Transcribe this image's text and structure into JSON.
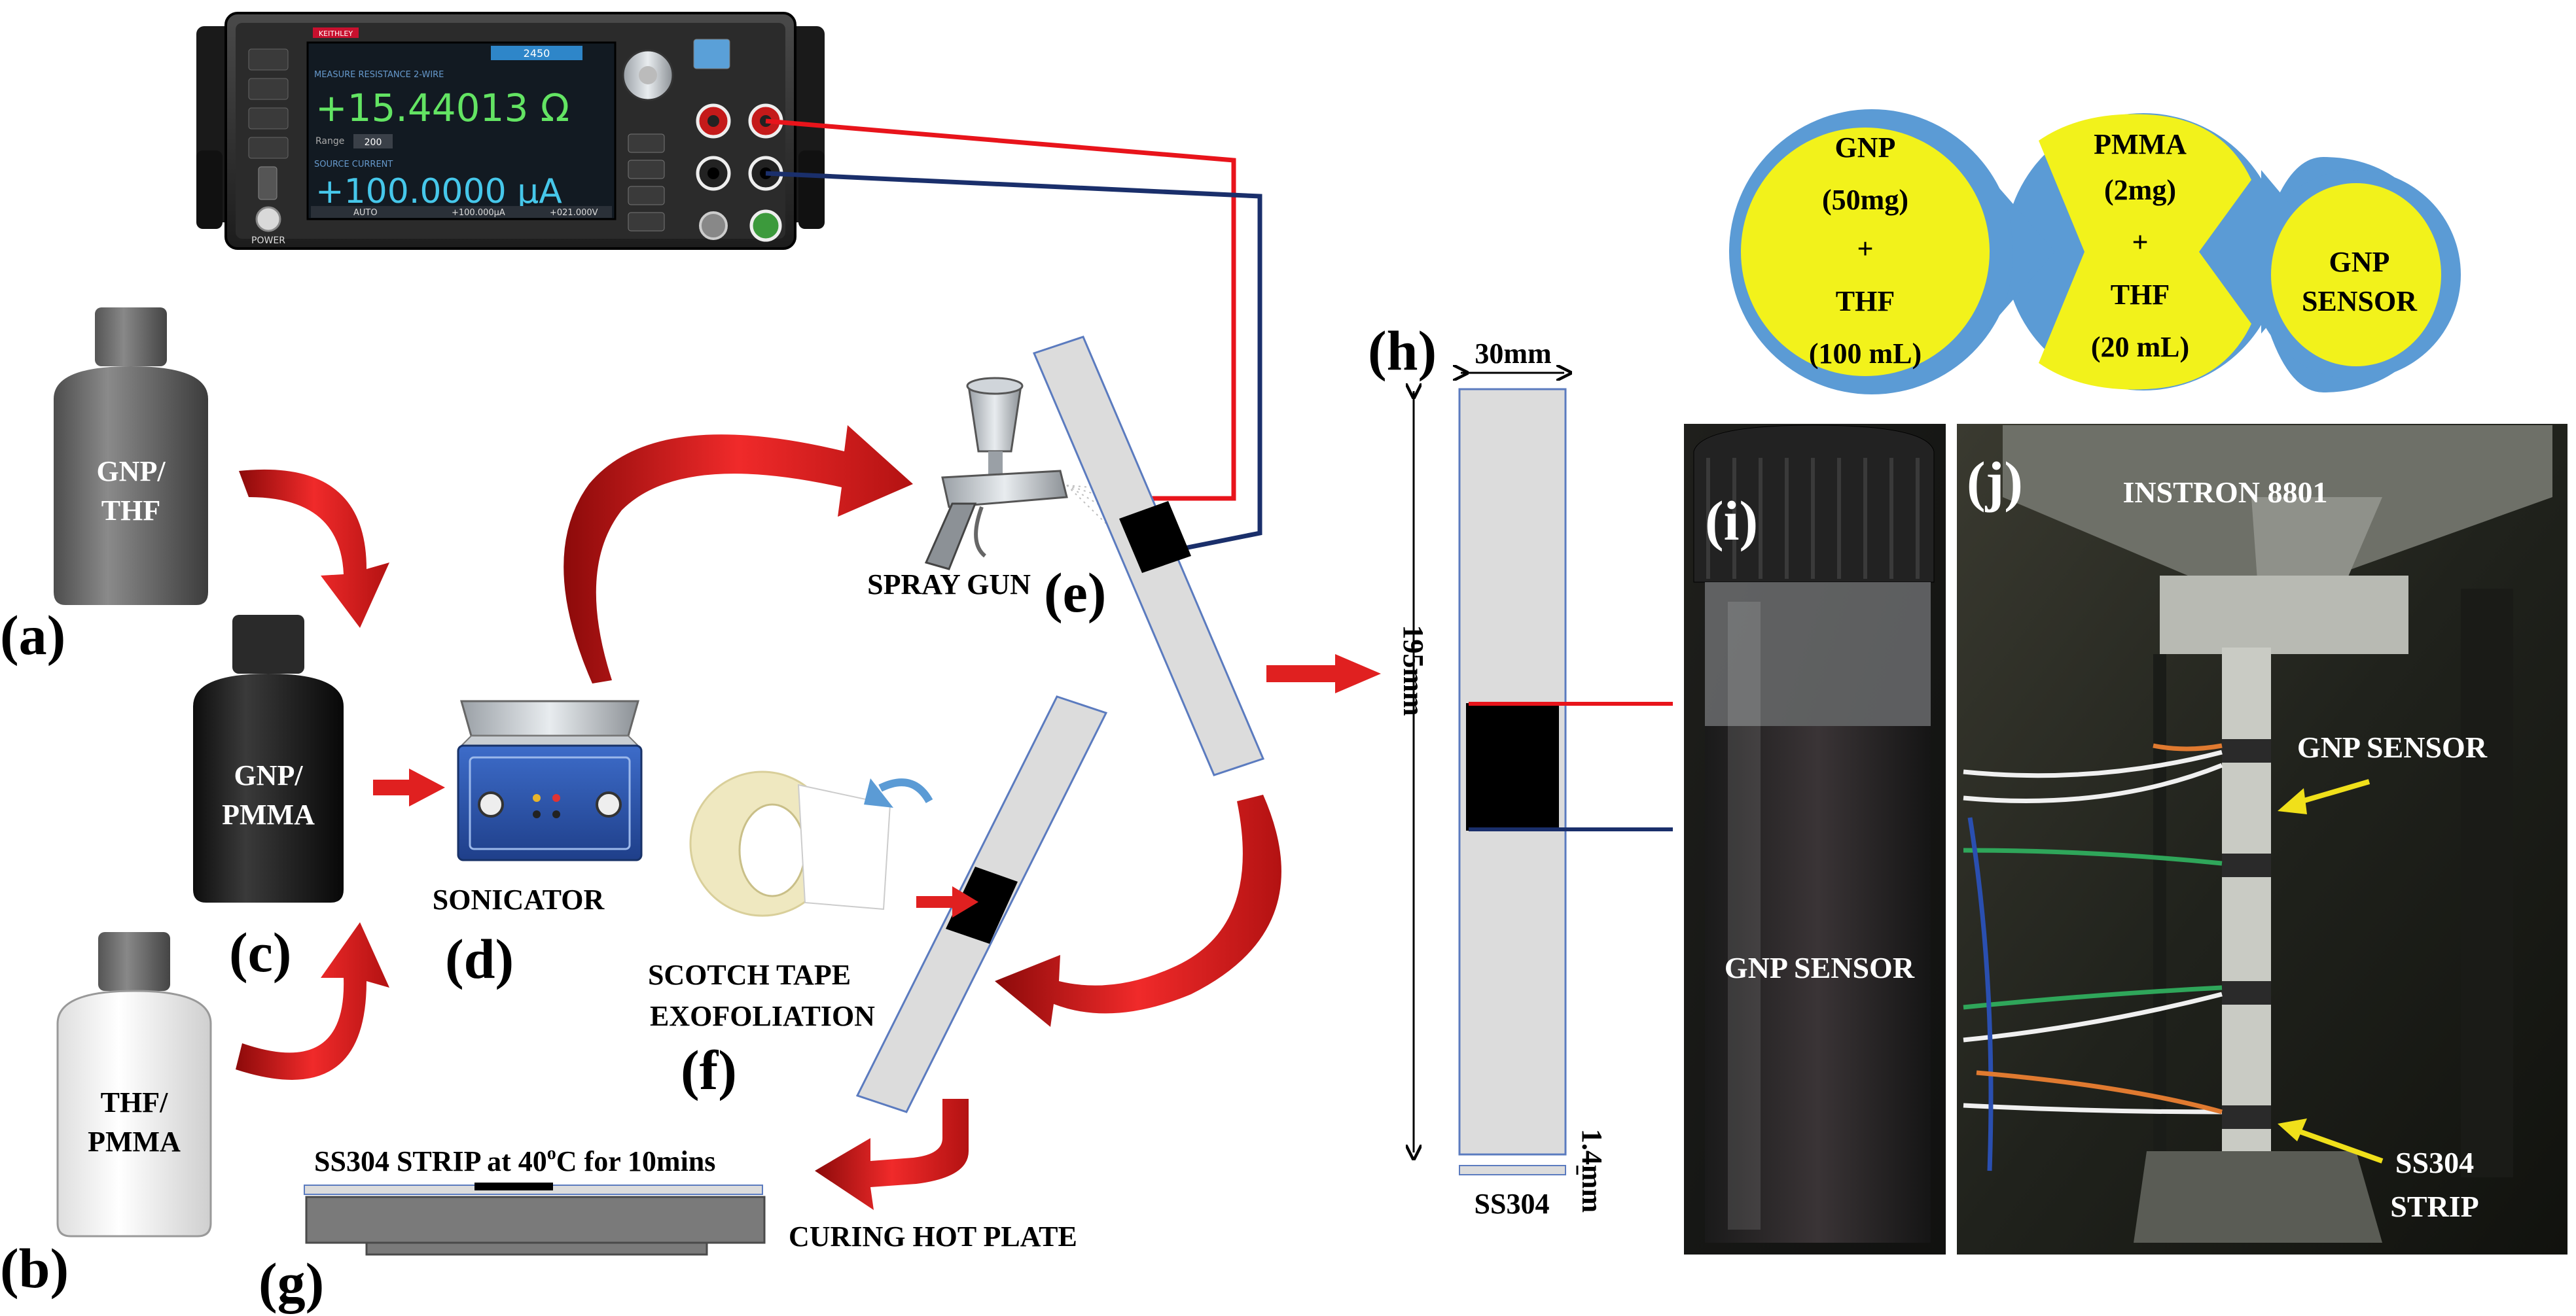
{
  "instrument": {
    "brand": "KEITHLEY",
    "model": "2450",
    "resistance": "+15.44013 Ω",
    "resistance_label": "MEASURE RESISTANCE 2-WIRE",
    "current": "+100.0000 µA",
    "current_label": "SOURCE CURRENT",
    "range_value": "AUTO",
    "range_label": "Range",
    "source_value": "+100.000µA",
    "limit_value": "+021.000V",
    "power_label": "POWER",
    "range_small": "200"
  },
  "bottles": {
    "gnp_thf": "GNP/ THF",
    "gnp_thf_lines": [
      "GNP/",
      "THF"
    ],
    "gnp_pmma_lines": [
      "GNP/",
      "PMMA"
    ],
    "thf_pmma_lines": [
      "THF/",
      "PMMA"
    ]
  },
  "step_labels": {
    "a": "(a)",
    "b": "(b)",
    "c": "(c)",
    "d": "(d)",
    "e": "(e)",
    "f": "(f)",
    "g": "(g)",
    "h": "(h)",
    "i": "(i)",
    "j": "(j)"
  },
  "captions": {
    "sonicator": "SONICATOR",
    "spray_gun": "SPRAY GUN",
    "scotch_tape_1": "SCOTCH TAPE",
    "scotch_tape_2": "EXOFOLIATION",
    "strip_heat": "SS304 STRIP at 40",
    "strip_heat_deg": "o",
    "strip_heat_tail": "C for 10mins",
    "hot_plate": "CURING HOT PLATE"
  },
  "dimensions": {
    "width": "30mm",
    "length": "195mm",
    "thickness": "1.4mm",
    "material": "SS304"
  },
  "flow": {
    "step1_lines": [
      "GNP",
      "(50mg)",
      "+",
      "THF",
      "(100 mL)"
    ],
    "step2_lines": [
      "PMMA",
      "(2mg)",
      "+",
      "THF",
      "(20 mL)"
    ],
    "step3_lines": [
      "GNP",
      "SENSOR"
    ]
  },
  "photos": {
    "vial_caption": "GNP SENSOR",
    "machine": "INSTRON 8801",
    "sensor_arrow": "GNP SENSOR",
    "strip_arrow_lines": [
      "SS304",
      "STRIP"
    ]
  },
  "colors": {
    "flow_outer": "#5b9bd5",
    "flow_inner": "#f2f21b",
    "curved_arrow": "#e02020",
    "wire_red": "#e8141b",
    "wire_blue": "#1a2f6b",
    "strip_fill": "#dcdcdc",
    "strip_edge": "#5b7bbf"
  }
}
